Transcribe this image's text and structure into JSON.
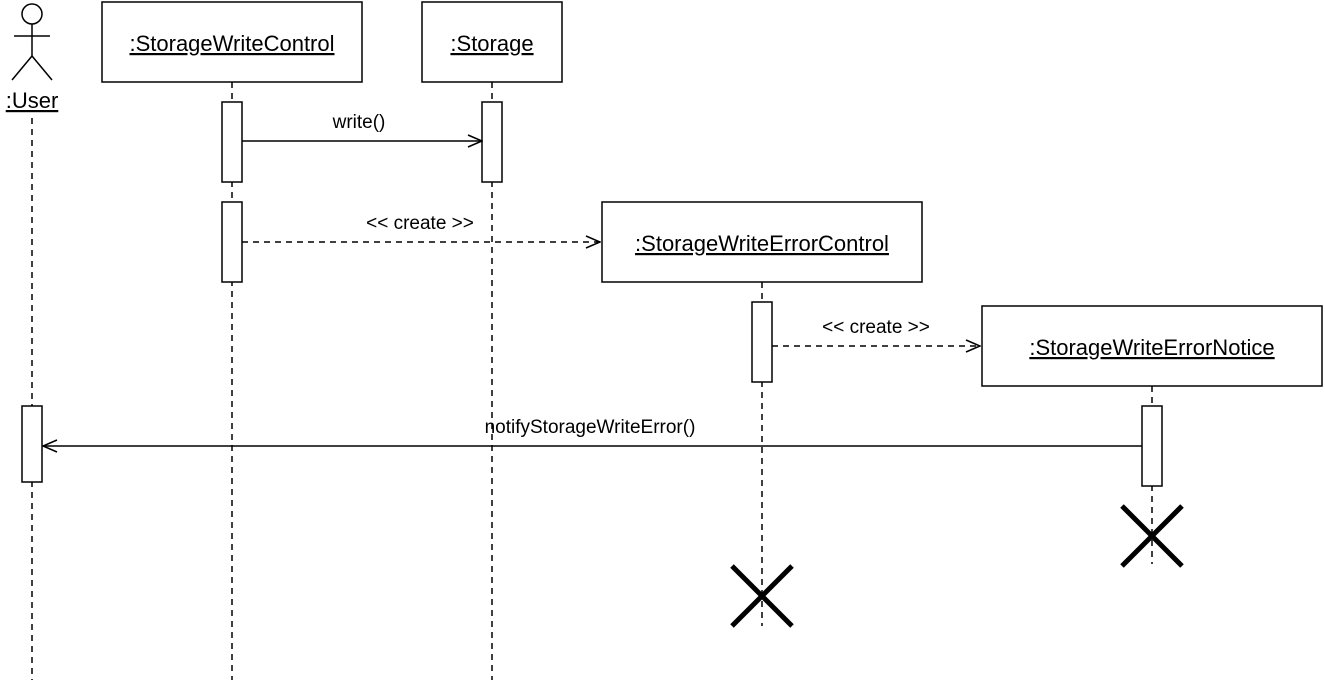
{
  "diagram": {
    "type": "uml-sequence",
    "actor": {
      "label": ":User"
    },
    "objects": [
      {
        "id": "swc",
        "label": ":StorageWriteControl"
      },
      {
        "id": "storage",
        "label": ":Storage"
      },
      {
        "id": "swec",
        "label": ":StorageWriteErrorControl"
      },
      {
        "id": "swen",
        "label": ":StorageWriteErrorNotice"
      }
    ],
    "messages": [
      {
        "from": "swc",
        "to": "storage",
        "label": "write()",
        "style": "sync"
      },
      {
        "from": "swc",
        "to": "swec",
        "label": "<< create >>",
        "style": "create"
      },
      {
        "from": "swec",
        "to": "swen",
        "label": "<< create >>",
        "style": "create"
      },
      {
        "from": "swen",
        "to": "user",
        "label": "notifyStorageWriteError()",
        "style": "sync"
      }
    ],
    "destroyed": [
      "swec",
      "swen"
    ]
  }
}
